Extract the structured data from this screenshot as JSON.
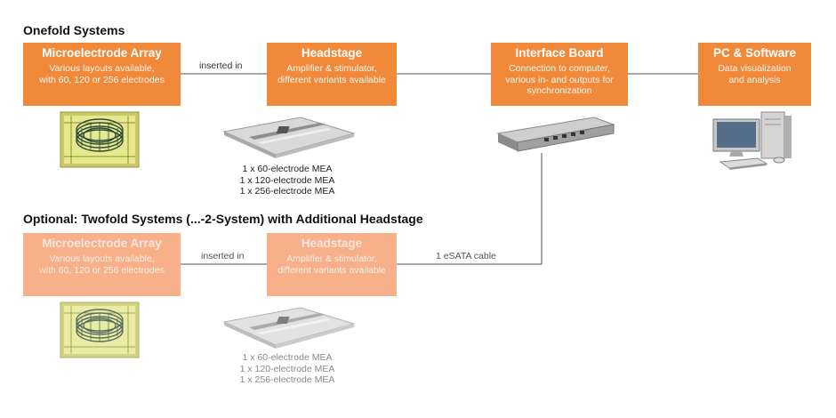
{
  "onefold": {
    "title": "Onefold Systems",
    "mea": {
      "title": "Microelectrode Array",
      "desc_line1": "Various layouts available,",
      "desc_line2": "with 60, 120 or 256 electrodes"
    },
    "headstage": {
      "title": "Headstage",
      "desc_line1": "Amplifier & stimulator,",
      "desc_line2": "different variants available"
    },
    "interface": {
      "title": "Interface Board",
      "desc_line1": "Connection to computer,",
      "desc_line2": "various in- and outputs for",
      "desc_line3": "synchronization"
    },
    "pc": {
      "title": "PC & Software",
      "desc_line1": "Data visualization",
      "desc_line2": "and analysis"
    },
    "link_label": "inserted in",
    "variants": [
      "1 x 60-electrode MEA",
      "1 x 120-electrode MEA",
      "1 x 256-electrode MEA"
    ]
  },
  "twofold": {
    "title": "Optional: Twofold Systems (...-2-System) with Additional Headstage",
    "mea": {
      "title": "Microelectrode Array",
      "desc_line1": "Various layouts available,",
      "desc_line2": "with 60, 120 or 256 electrodes"
    },
    "headstage": {
      "title": "Headstage",
      "desc_line1": "Amplifier & stimulator,",
      "desc_line2": "different variants available"
    },
    "link_label": "inserted in",
    "cable_label": "1 eSATA cable",
    "variants": [
      "1 x 60-electrode MEA",
      "1 x 120-electrode MEA",
      "1 x 256-electrode MEA"
    ]
  },
  "colors": {
    "box_primary": "#f0893a",
    "box_faded": "#f7b08a",
    "line": "#555555"
  },
  "icons": [
    "mea-chip-icon",
    "headstage-device-icon",
    "interface-board-icon",
    "pc-workstation-icon"
  ]
}
